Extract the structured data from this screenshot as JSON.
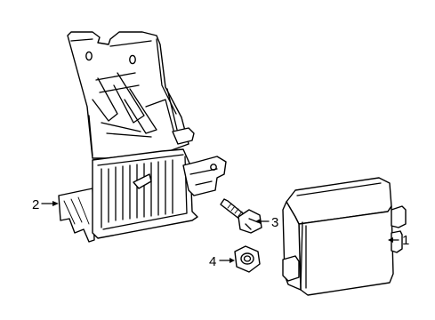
{
  "diagram": {
    "callouts": [
      {
        "label": "1",
        "part": "control-module"
      },
      {
        "label": "2",
        "part": "mounting-bracket"
      },
      {
        "label": "3",
        "part": "bolt"
      },
      {
        "label": "4",
        "part": "nut"
      }
    ]
  },
  "colors": {
    "line": "#000000",
    "background": "#ffffff"
  }
}
